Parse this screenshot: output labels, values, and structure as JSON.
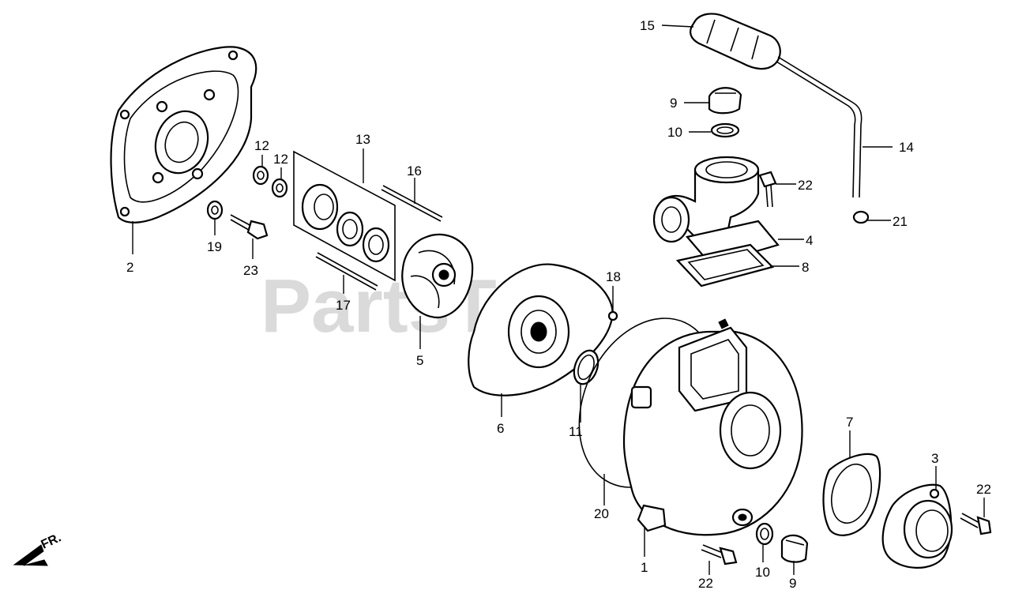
{
  "watermark": "PartsTree",
  "direction_label": "FR.",
  "callouts": [
    "1",
    "2",
    "3",
    "4",
    "5",
    "6",
    "7",
    "8",
    "9",
    "9",
    "10",
    "10",
    "11",
    "12",
    "12",
    "13",
    "14",
    "15",
    "16",
    "17",
    "18",
    "19",
    "20",
    "21",
    "22",
    "22",
    "22",
    "23"
  ]
}
